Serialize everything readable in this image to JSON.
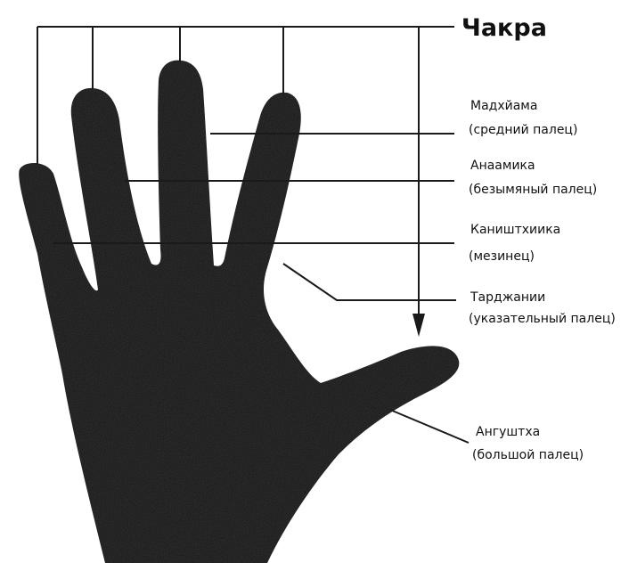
{
  "title": "Чакра",
  "labels": {
    "middle_name": "Мадхйама",
    "middle_desc": "(средний палец)",
    "ring_name": "Анаамика",
    "ring_desc": "(безымяный палец)",
    "little_name": "Каништхиика",
    "little_desc": "(мезинец)",
    "index_name": "Тарджании",
    "index_desc": "(указательный палец)",
    "thumb_name": "Ангуштха",
    "thumb_desc": "(большой палец)"
  },
  "colors": {
    "hand": "#161616",
    "line": "#1a1a1a",
    "background": "#ffffff"
  }
}
